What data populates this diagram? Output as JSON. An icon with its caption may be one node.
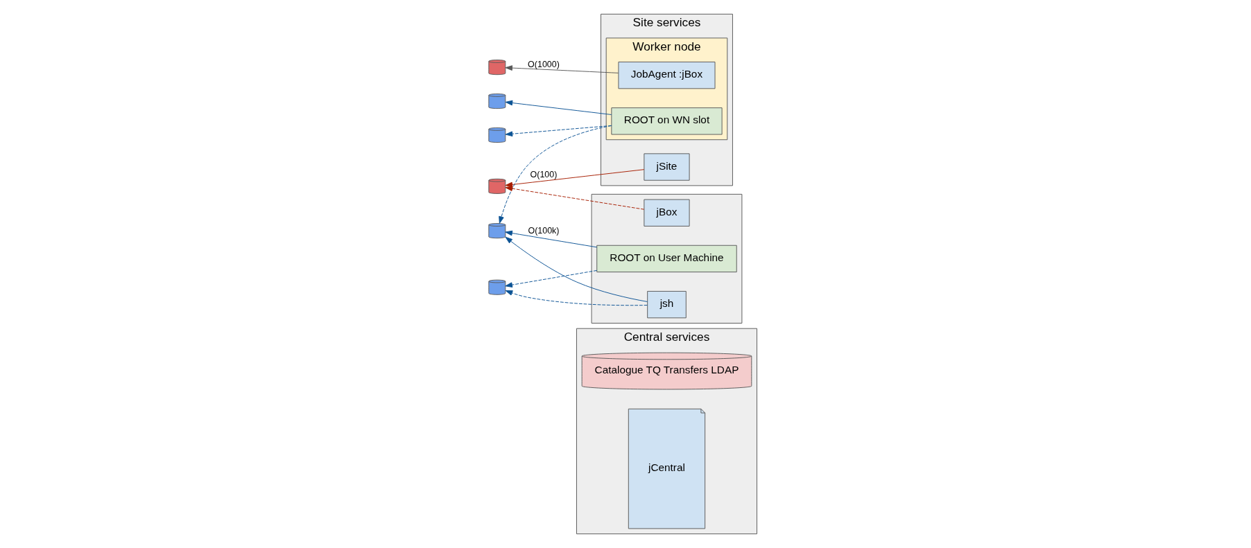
{
  "diagram": {
    "nodes": [
      {
        "text": [
          "Central services"
        ]
      },
      {
        "text": [
          "Catalogue TQ Transfers LDAP"
        ],
        "in": 0
      },
      {
        "text": [
          "jCentral"
        ],
        "in": 0
      },
      {
        "text": [
          "Site services"
        ]
      },
      {
        "text": [
          "jSite"
        ],
        "in": 3
      },
      {
        "text": [
          "Worker node"
        ],
        "in": 3
      },
      {
        "text": [
          "JobAgent :jBox"
        ],
        "in": 5
      },
      {
        "text": [
          "ROOT on WN slot"
        ],
        "in": 5
      },
      {
        "text": [],
        "shape": "box"
      },
      {
        "text": [
          "jBox"
        ],
        "in": 8
      },
      {
        "text": [
          "ROOT on User Machine"
        ],
        "in": 8
      },
      {
        "text": [
          "jsh"
        ],
        "in": 8
      },
      {
        "text": [],
        "shape": "cylinder"
      },
      {
        "text": [],
        "shape": "cylinder"
      },
      {
        "text": [],
        "shape": "cylinder"
      },
      {
        "text": [],
        "shape": "cylinder"
      },
      {
        "text": [],
        "shape": "cylinder"
      },
      {
        "text": [],
        "shape": "cylinder"
      }
    ],
    "edges": [
      {
        "from": 4,
        "to": 15,
        "arrow": "to",
        "label": "O(100)",
        "color": "#a61c00"
      },
      {
        "from": 6,
        "to": 12,
        "arrow": "to",
        "label": "O(1000)",
        "color": "#595959"
      },
      {
        "from": 7,
        "to": 13,
        "arrow": "to"
      },
      {
        "from": 7,
        "to": 14,
        "arrow": "to",
        "style": "dashed"
      },
      {
        "from": 7,
        "to": 16,
        "arrow": "to",
        "style": "dashed"
      },
      {
        "from": 10,
        "to": 16,
        "arrow": "to",
        "label": "O(100k)"
      },
      {
        "from": 11,
        "to": 16,
        "arrow": "to"
      },
      {
        "from": 9,
        "to": 15,
        "arrow": "to",
        "style": "dashed",
        "color": "#a61c00"
      },
      {
        "from": 10,
        "to": 17,
        "arrow": "to",
        "style": "dashed"
      },
      {
        "from": 11,
        "to": 17,
        "arrow": "to",
        "style": "dashed"
      }
    ]
  }
}
